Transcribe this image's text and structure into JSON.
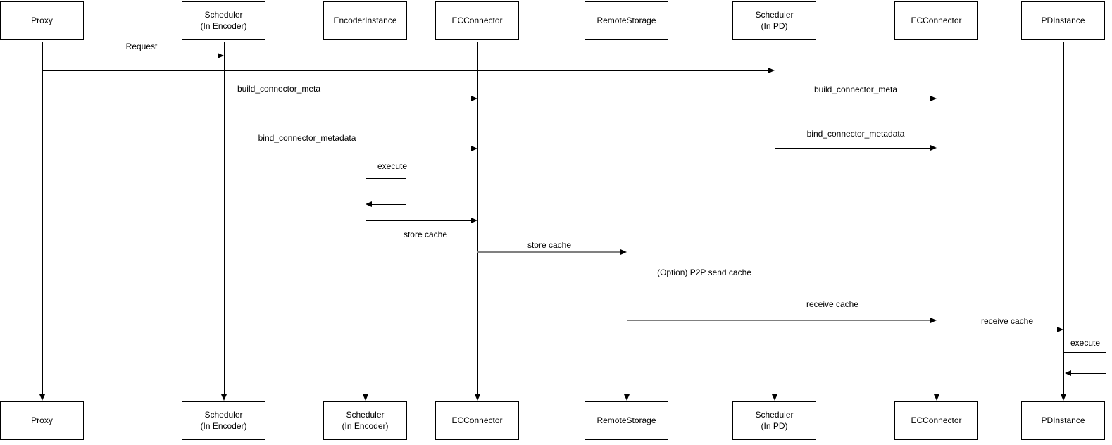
{
  "diagram": {
    "type": "sequence-diagram",
    "participants_top": [
      "Proxy",
      "Scheduler\n(In Encoder)",
      "EncoderInstance",
      "ECConnector",
      "RemoteStorage",
      "Scheduler\n(In PD)",
      "ECConnector",
      "PDInstance"
    ],
    "participants_bottom": [
      "Proxy",
      "Scheduler\n(In Encoder)",
      "Scheduler\n(In Encoder)",
      "ECConnector",
      "RemoteStorage",
      "Scheduler\n(In PD)",
      "ECConnector",
      "PDInstance"
    ],
    "messages": [
      {
        "label": "Request",
        "from": "Proxy",
        "to": "Scheduler (In Encoder)",
        "line": "solid"
      },
      {
        "label": "",
        "from": "Proxy",
        "to": "Scheduler (In PD)",
        "line": "solid"
      },
      {
        "label": "build_connector_meta",
        "from": "Scheduler (In Encoder)",
        "to": "ECConnector",
        "line": "solid"
      },
      {
        "label": "build_connector_meta",
        "from": "Scheduler (In PD)",
        "to": "ECConnector",
        "line": "solid"
      },
      {
        "label": "bind_connector_metadata",
        "from": "Scheduler (In Encoder)",
        "to": "ECConnector",
        "line": "solid"
      },
      {
        "label": "bind_connector_metadata",
        "from": "Scheduler (In PD)",
        "to": "ECConnector",
        "line": "solid"
      },
      {
        "label": "execute",
        "from": "EncoderInstance",
        "to": "EncoderInstance",
        "line": "solid",
        "self": true
      },
      {
        "label": "store cache",
        "from": "EncoderInstance",
        "to": "ECConnector",
        "line": "solid"
      },
      {
        "label": "store cache",
        "from": "ECConnector",
        "to": "RemoteStorage",
        "line": "solid",
        "color": "#808080"
      },
      {
        "label": "(Option) P2P send cache",
        "from": "ECConnector",
        "to": "ECConnector (In PD)",
        "line": "dashed"
      },
      {
        "label": "receive cache",
        "from": "RemoteStorage",
        "to": "ECConnector (In PD)",
        "line": "solid",
        "color": "#808080"
      },
      {
        "label": "receive cache",
        "from": "ECConnector (In PD)",
        "to": "PDInstance",
        "line": "solid"
      },
      {
        "label": "execute",
        "from": "PDInstance",
        "to": "PDInstance",
        "line": "solid",
        "self": true
      }
    ],
    "colors": {
      "line": "#000000",
      "muted_line": "#808080",
      "box_border": "#000000",
      "box_fill": "#ffffff",
      "text": "#000000",
      "background": "#ffffff"
    }
  }
}
